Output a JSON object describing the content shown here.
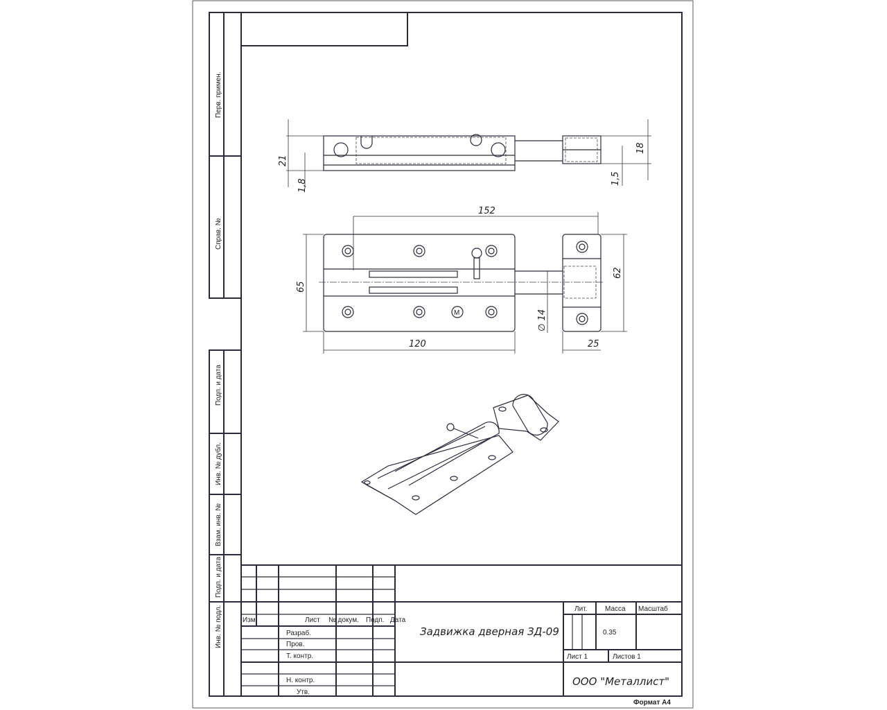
{
  "side_labels": [
    "Перв. примен.",
    "Справ. №",
    "Подп. и дата",
    "Инв. № дубл.",
    "Взам. инв. №",
    "Подп. и дата",
    "Инв. № подл."
  ],
  "title_block": {
    "columns": {
      "izm": "Изм",
      "list": "Лист",
      "doc": "№ докум.",
      "sign": "Подп.",
      "date": "Дата"
    },
    "roles": [
      "Разраб.",
      "Пров.",
      "Т. контр.",
      "Н. контр.",
      "Утв."
    ],
    "title": "Задвижка дверная ЗД-09",
    "lit_label": "Лит.",
    "mass_label": "Масса",
    "scale_label": "Масштаб",
    "mass_value": "0.35",
    "sheet": "Лист 1",
    "sheets": "Листов 1",
    "company": "ООО \"Металлист\"",
    "format": "Формат А4"
  },
  "dimensions": {
    "d21": "21",
    "d18_top": "1,8",
    "d18": "18",
    "d15": "1,5",
    "d152": "152",
    "d65": "65",
    "d62": "62",
    "d14": "∅ 14",
    "d120": "120",
    "d25": "25"
  }
}
